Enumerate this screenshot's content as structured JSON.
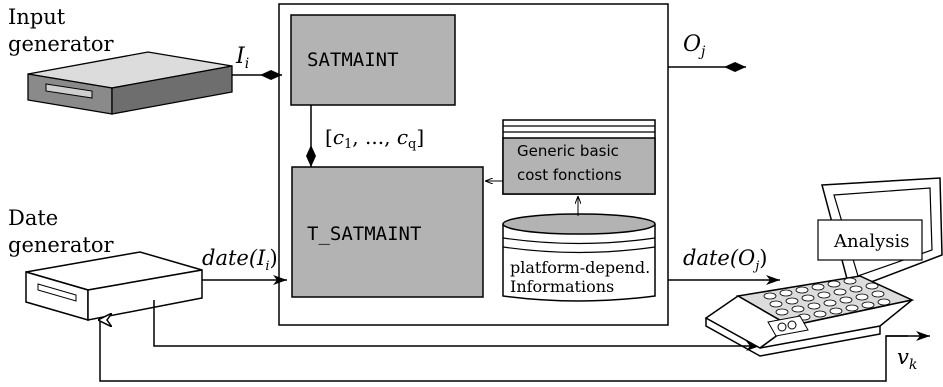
{
  "input_generator": {
    "line1": "Input",
    "line2": "generator"
  },
  "date_generator": {
    "line1": "Date",
    "line2": "generator"
  },
  "signals": {
    "input": {
      "base": "I",
      "sub": "i"
    },
    "output": {
      "base": "O",
      "sub": "j"
    },
    "date_input": {
      "prefix": "date(",
      "base": "I",
      "sub": "i",
      "suffix": ")"
    },
    "date_output": {
      "prefix": "date(",
      "base": "O",
      "sub": "j",
      "suffix": ")"
    },
    "constraints": {
      "open": "[",
      "c1": "c",
      "c1sub": "1",
      "mid": ", ..., ",
      "cq": "c",
      "cqsub": "q",
      "close": "]"
    },
    "verdict": {
      "base": "v",
      "sub": "k"
    }
  },
  "boxes": {
    "satmaint": "SATMAINT",
    "t_satmaint": "T_SATMAINT",
    "generic_line1": "Generic basic",
    "generic_line2": "cost fonctions",
    "platform_line1": "platform-depend.",
    "platform_line2": "Informations"
  },
  "laptop": {
    "screen_label": "Analysis"
  }
}
